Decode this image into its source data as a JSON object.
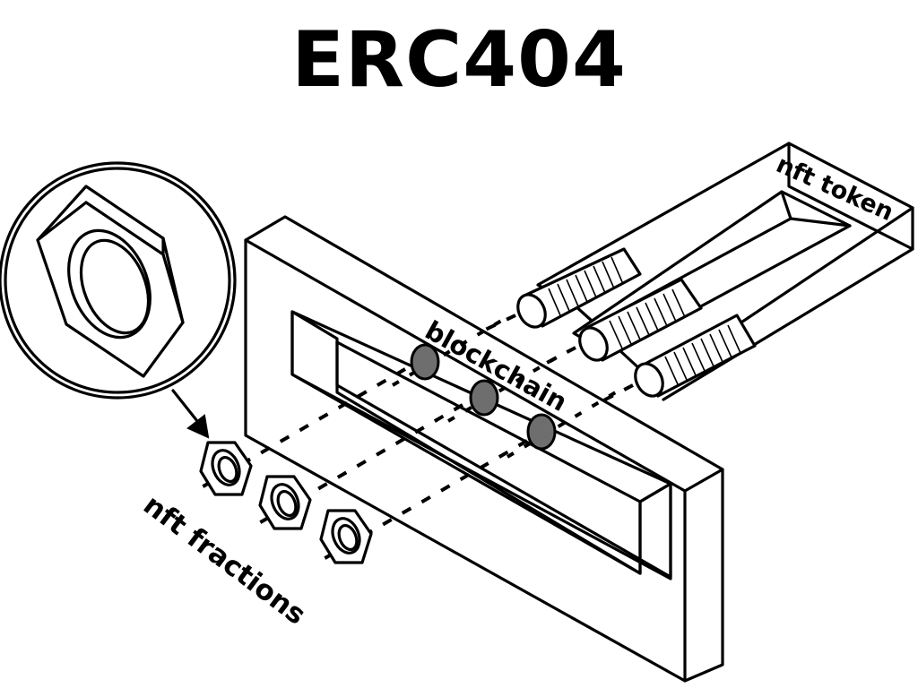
{
  "title": "ERC404",
  "labels": {
    "blockchain": "blockchain",
    "nft_token": "nft token",
    "nft_fractions": "nft fractions"
  },
  "colors": {
    "ink": "#000000",
    "background": "#ffffff",
    "hole": "#6e6e6e"
  },
  "icons": [
    "hex-nut-icon",
    "u-bolt-icon",
    "plate-icon",
    "magnifier-circle-icon",
    "arrow-icon"
  ]
}
